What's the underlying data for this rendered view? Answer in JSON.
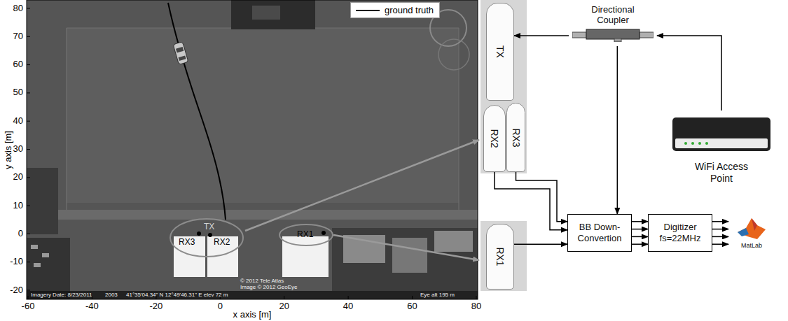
{
  "diagram": {
    "nodes": [
      {
        "text": [
          "TX"
        ]
      },
      {
        "text": [
          "Directional Coupler"
        ]
      },
      {
        "text": [
          "RX2"
        ]
      },
      {
        "text": [
          "RX3"
        ]
      },
      {
        "text": [
          "WiFi Access Point"
        ]
      },
      {
        "text": [
          "RX1"
        ]
      },
      {
        "text": [
          "BB Down-Convertion"
        ]
      },
      {
        "text": [
          "Digitizer fs=22MHz"
        ]
      },
      {
        "text": [
          "MatLab"
        ]
      }
    ],
    "edges": [
      {
        "from": 4,
        "to": 1,
        "arrow": "to"
      },
      {
        "from": 1,
        "to": 0,
        "arrow": "to"
      },
      {
        "from": 1,
        "to": 6,
        "arrow": "to"
      },
      {
        "from": 2,
        "to": 6,
        "arrow": "to"
      },
      {
        "from": 3,
        "to": 6,
        "arrow": "to"
      },
      {
        "from": 5,
        "to": 6,
        "arrow": "to"
      },
      {
        "from": 6,
        "to": 7,
        "arrow": "to"
      },
      {
        "from": 7,
        "to": 8,
        "arrow": "to"
      }
    ],
    "labels": [
      "80",
      "70",
      "60",
      "50",
      "40",
      "30",
      "20",
      "10",
      "0",
      "-10",
      "-20",
      "y axis [m]",
      "-60",
      "-40",
      "-20",
      "0",
      "20",
      "40",
      "60",
      "80",
      "x axis [m]",
      "TX",
      "RX3",
      "RX2",
      "RX1",
      "© 2012 Tele Atlas",
      "Image © 2012 GeoEye",
      "Imagery Date: 8/23/2011",
      "2003",
      "41°35'04.34\" N 12°49'46.31\" E elev 72 m",
      "Eye alt 195 m"
    ],
    "legend": [
      {
        "text": "ground truth"
      }
    ]
  }
}
